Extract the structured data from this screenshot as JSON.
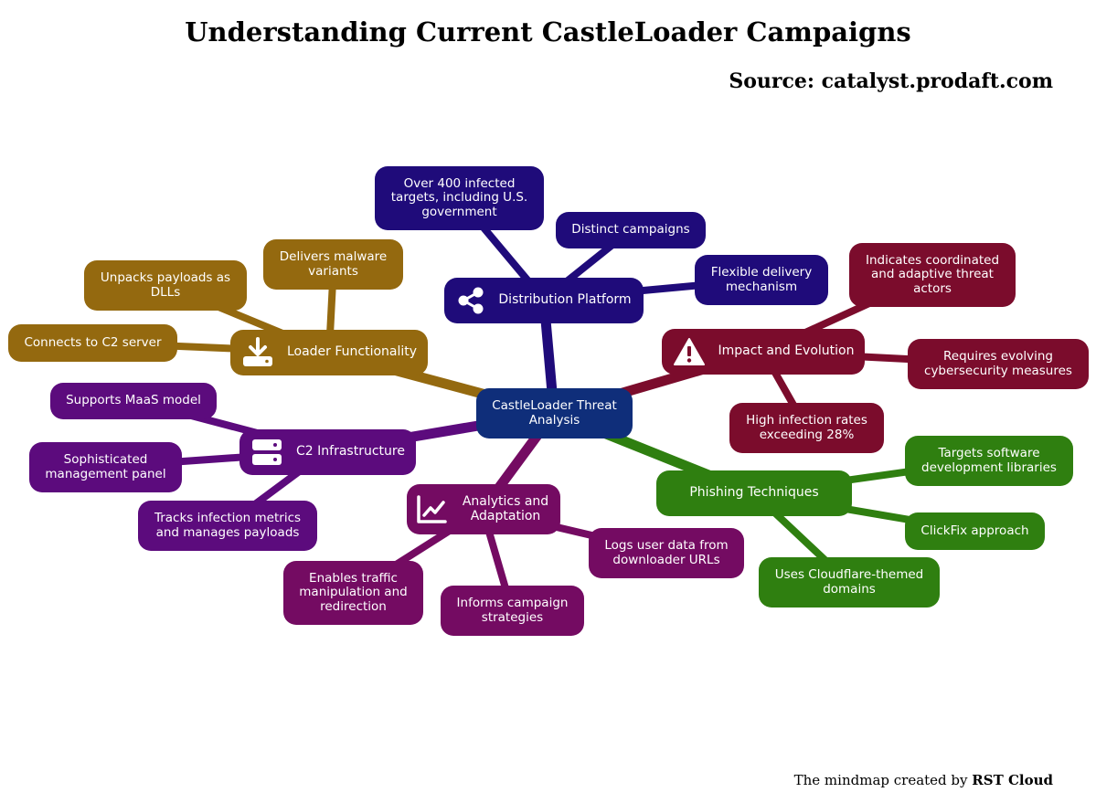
{
  "title": "Understanding Current CastleLoader Campaigns",
  "source": "Source: catalyst.prodaft.com",
  "footer": {
    "prefix": "The mindmap created by",
    "author": "RST Cloud"
  },
  "colors": {
    "center": "#0f2e7a",
    "loader": "#94690f",
    "distribution": "#1f0b7a",
    "impact": "#7b0c2c",
    "c2": "#5c0b7d",
    "analytics": "#740b62",
    "phishing": "#2f7f10"
  },
  "center": {
    "label": "CastleLoader Threat Analysis"
  },
  "branches": {
    "loader": {
      "label": "Loader Functionality",
      "icon": "download-icon",
      "children": [
        "Delivers malware variants",
        "Unpacks payloads as DLLs",
        "Connects to C2 server"
      ]
    },
    "distribution": {
      "label": "Distribution Platform",
      "icon": "share-icon",
      "children": [
        "Over 400 infected targets, including U.S. government",
        "Distinct campaigns",
        "Flexible delivery mechanism"
      ]
    },
    "impact": {
      "label": "Impact and Evolution",
      "icon": "warning-icon",
      "children": [
        "Indicates coordinated and adaptive threat actors",
        "Requires evolving cybersecurity measures",
        "High infection rates exceeding 28%"
      ]
    },
    "c2": {
      "label": "C2 Infrastructure",
      "icon": "server-icon",
      "children": [
        "Supports MaaS model",
        "Sophisticated management panel",
        "Tracks infection metrics and manages payloads"
      ]
    },
    "analytics": {
      "label": "Analytics and Adaptation",
      "icon": "chart-line-icon",
      "children": [
        "Logs user data from downloader URLs",
        "Enables traffic manipulation and redirection",
        "Informs campaign strategies"
      ]
    },
    "phishing": {
      "label": "Phishing Techniques",
      "children": [
        "Targets software development libraries",
        "ClickFix approach",
        "Uses Cloudflare-themed domains"
      ]
    }
  }
}
